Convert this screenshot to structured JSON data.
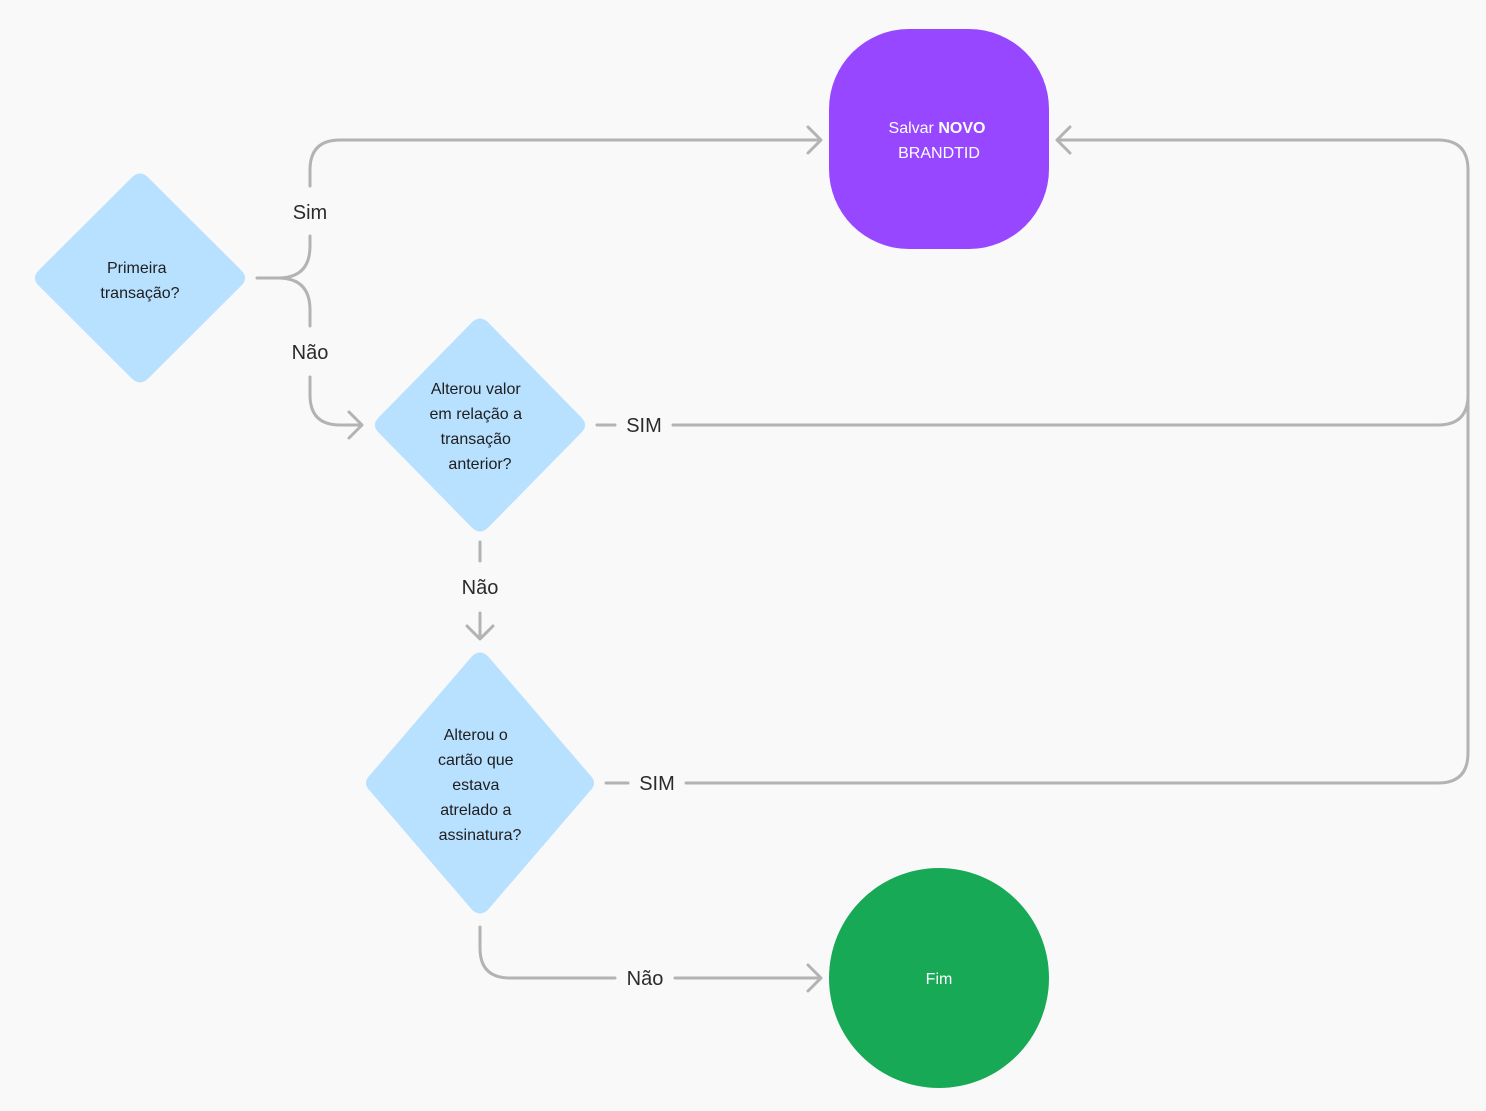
{
  "colors": {
    "background": "#f9f9f9",
    "decision_fill": "#b8e0ff",
    "process_fill": "#9747ff",
    "end_fill": "#18a957",
    "connector": "#b3b3b3",
    "node_text_dark": "#1e1e1e",
    "node_text_light": "#ffffff"
  },
  "nodes": {
    "primeira": {
      "lines": [
        "Primeira",
        "transação?"
      ]
    },
    "alterou_valor": {
      "lines": [
        "Alterou valor",
        "em relação a",
        "transação",
        "anterior?"
      ]
    },
    "alterou_cartao": {
      "lines": [
        "Alterou o",
        "cartão que",
        "estava",
        "atrelado a",
        "assinatura?"
      ]
    },
    "salvar": {
      "prefix": "Salvar ",
      "bold": "NOVO",
      "line2": "BRANDTID"
    },
    "fim": {
      "label": "Fim"
    }
  },
  "edges": {
    "sim_top": "Sim",
    "nao_top": "Não",
    "sim_valor": "SIM",
    "nao_valor": "Não",
    "sim_cartao": "SIM",
    "nao_cartao": "Não"
  }
}
